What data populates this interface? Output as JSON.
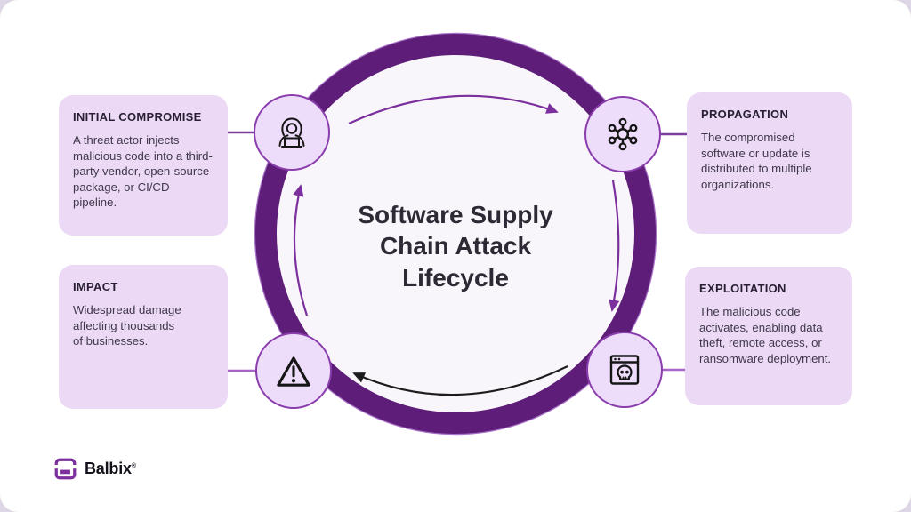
{
  "title": "Software Supply\nChain Attack\nLifecycle",
  "stages": [
    {
      "id": "initial-compromise",
      "label": "INITIAL COMPROMISE",
      "description": "A threat actor injects\nmalicious code into a third-\nparty vendor, open-source\npackage, or CI/CD pipeline.",
      "icon": "hooded-hacker-icon"
    },
    {
      "id": "propagation",
      "label": "PROPAGATION",
      "description": "The compromised\nsoftware or update is\ndistributed to multiple\norganizations.",
      "icon": "network-hub-icon"
    },
    {
      "id": "exploitation",
      "label": "EXPLOITATION",
      "description": "The malicious code\nactivates, enabling data\ntheft, remote access, or\nransomware deployment.",
      "icon": "skull-browser-icon"
    },
    {
      "id": "impact",
      "label": "IMPACT",
      "description": "Widespread damage\naffecting thousands\nof businesses.",
      "icon": "warning-triangle-icon"
    }
  ],
  "cycle": {
    "direction": "clockwise",
    "arrow_colors": {
      "top": "#7b2f9d",
      "right": "#7b2f9d",
      "left": "#7b2f9d",
      "bottom": "#1c1c1c"
    }
  },
  "colors": {
    "ring": "#5e1d78",
    "ring_inner_fill": "#f8f6fa",
    "card_background": "#ecd9f6",
    "icon_circle_fill": "#eeddfa",
    "icon_circle_border": "#8a3dac",
    "accent_purple": "#7b2f9d",
    "logo_purple": "#7d2f9e",
    "page_background": "#ddd6e4"
  },
  "logo": {
    "name": "Balbix",
    "registered_mark": "®"
  }
}
